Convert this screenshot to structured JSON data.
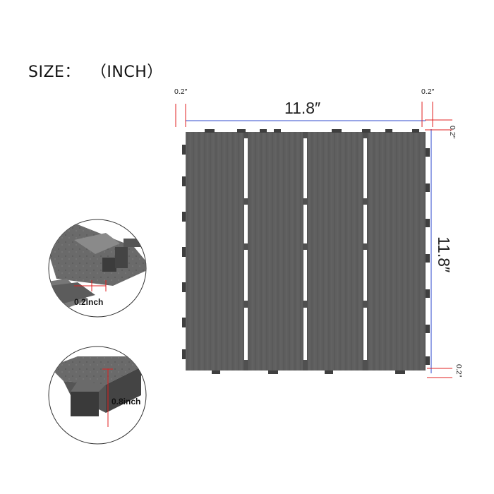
{
  "header": {
    "title": "SIZE：  （INCH）"
  },
  "dimensions": {
    "width_label": "11.8″",
    "height_label": "11.8″",
    "top_left_margin": "0.2″",
    "top_right_margin": "0.2″",
    "right_top_margin": "0.2″",
    "right_bottom_margin": "0.2″"
  },
  "details": [
    {
      "label": "0.2inch"
    },
    {
      "label": "0.8inch"
    }
  ],
  "colors": {
    "tile": "#5e5e5e",
    "tile_dark": "#4a4a4a",
    "dimension_line": "#5b6fd8",
    "marker": "#e02020"
  }
}
